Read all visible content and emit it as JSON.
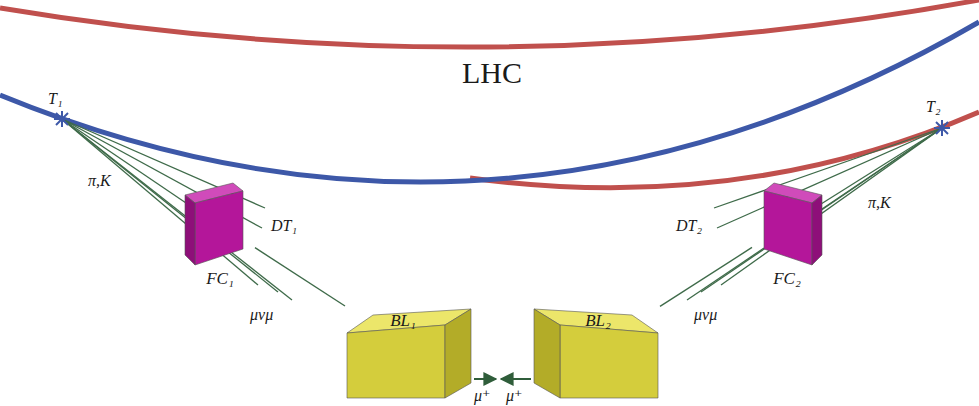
{
  "diagram": {
    "nodes": [
      {
        "text": [
          "FC₁"
        ]
      },
      {
        "text": [
          "BL₁"
        ]
      },
      {
        "text": [
          "BL₂"
        ]
      },
      {
        "text": [
          "FC₂"
        ]
      }
    ],
    "edges": [
      {
        "from": 0,
        "to": 1,
        "arrow": "none"
      },
      {
        "from": 3,
        "to": 2,
        "arrow": "none"
      }
    ],
    "labels": [
      "LHC",
      "T₁",
      "π,K",
      "DT₁",
      "μνμ",
      "μ⁺",
      "μ⁺",
      "T₂",
      "π,K",
      "DT₂",
      "μνμ"
    ]
  }
}
